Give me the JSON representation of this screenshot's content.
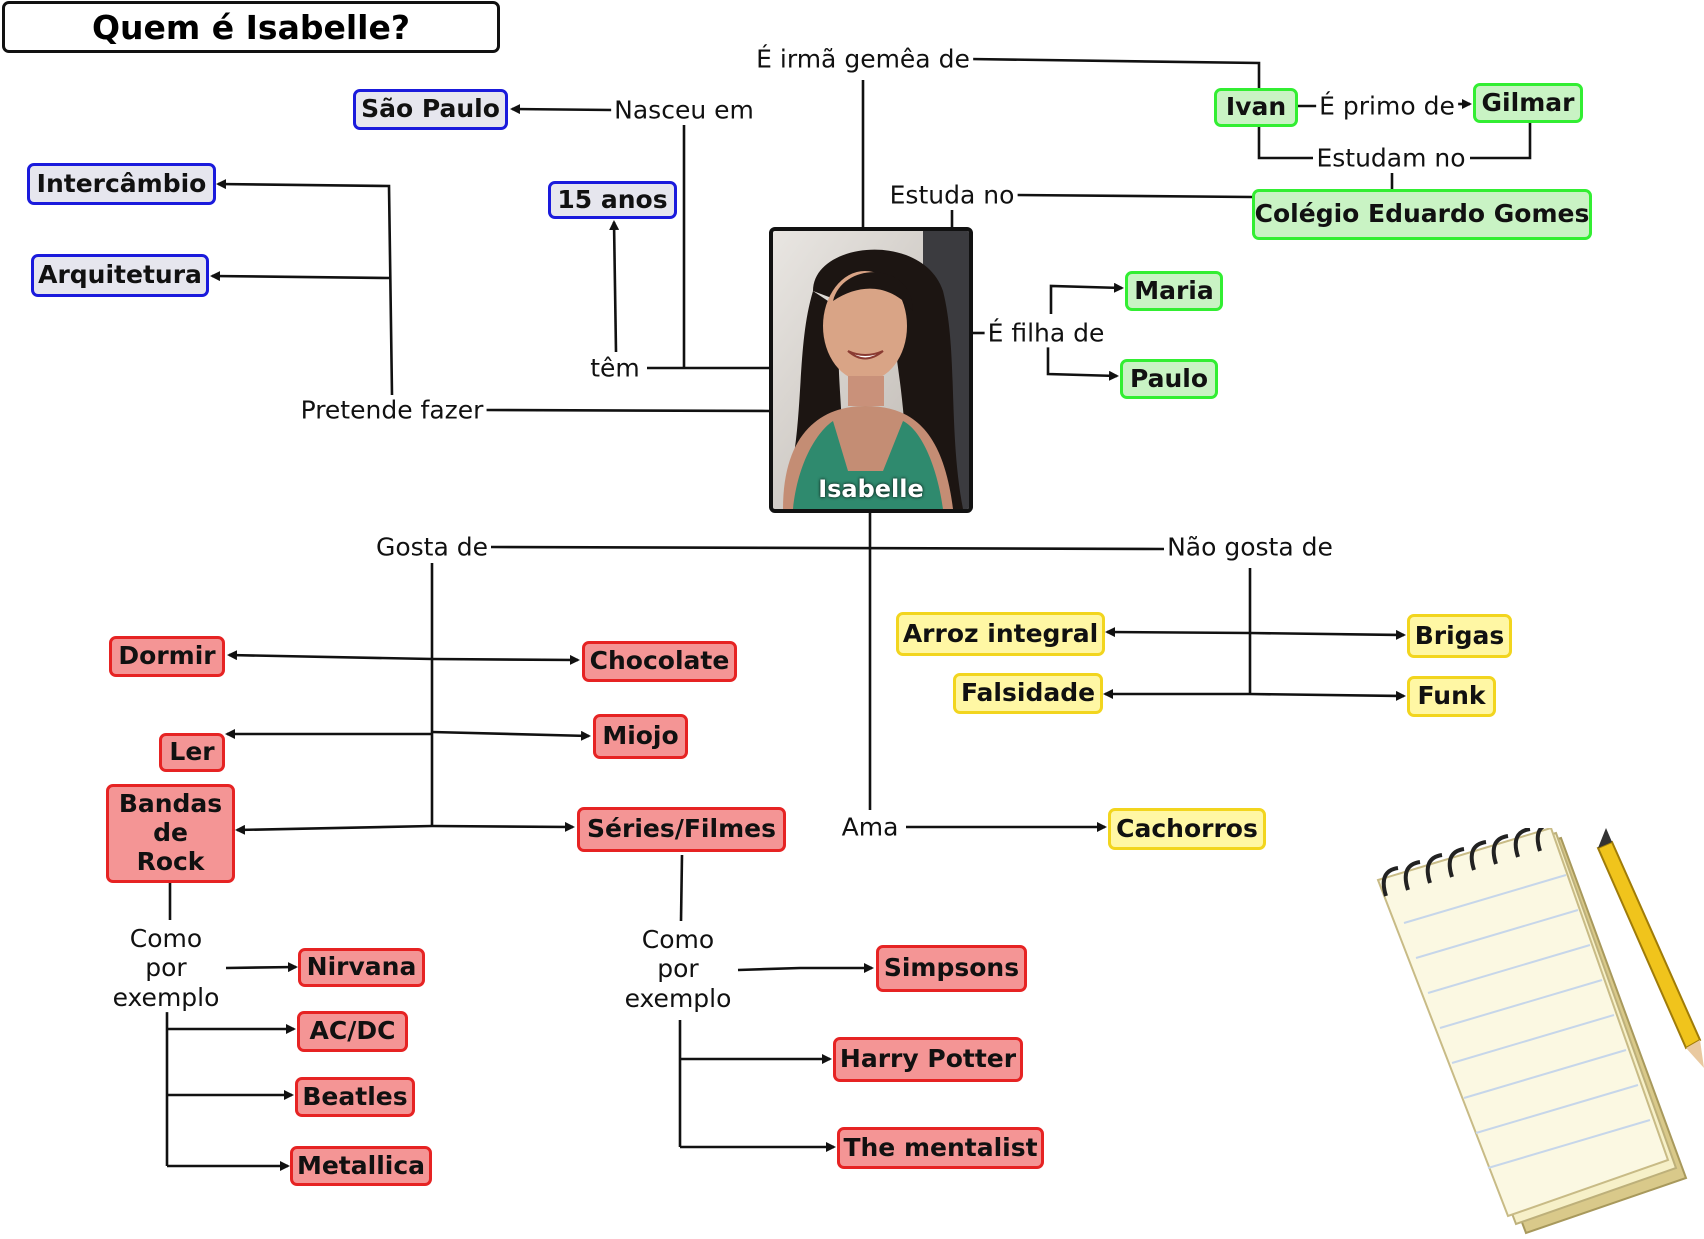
{
  "title": "Quem é Isabelle?",
  "center": {
    "name": "Isabelle",
    "photo": "portrait-photo"
  },
  "colors": {
    "blue": "#1a1adc",
    "green": "#32ee32",
    "red": "#e62323",
    "yellow": "#f2d51e"
  },
  "links": {
    "nasceu_em": "Nasceu em",
    "tem": "têm",
    "pretende_fazer": "Pretende fazer",
    "irma_gemea": "É irmã gemêa de",
    "primo": "É primo de",
    "estudam_no": "Estudam no",
    "estuda_no": "Estuda no",
    "filha_de": "É filha de",
    "gosta_de": "Gosta de",
    "nao_gosta_de": "Não gosta de",
    "ama": "Ama",
    "exemplo_rock": "Como\npor\nexemplo",
    "exemplo_series": "Como\npor\nexemplo"
  },
  "nodes": {
    "sao_paulo": "São Paulo",
    "quinze_anos": "15 anos",
    "intercambio": "Intercâmbio",
    "arquitetura": "Arquitetura",
    "ivan": "Ivan",
    "gilmar": "Gilmar",
    "colegio": "Colégio Eduardo Gomes",
    "maria": "Maria",
    "paulo": "Paulo",
    "dormir": "Dormir",
    "chocolate": "Chocolate",
    "ler": "Ler",
    "miojo": "Miojo",
    "bandas_rock": "Bandas\nde\nRock",
    "series": "Séries/Filmes",
    "arroz": "Arroz integral",
    "brigas": "Brigas",
    "falsidade": "Falsidade",
    "funk": "Funk",
    "cachorros": "Cachorros",
    "nirvana": "Nirvana",
    "acdc": "AC/DC",
    "beatles": "Beatles",
    "metallica": "Metallica",
    "simpsons": "Simpsons",
    "harry_potter": "Harry Potter",
    "mentalist": "The mentalist"
  },
  "decoration": "notepad-and-pencil-icon"
}
